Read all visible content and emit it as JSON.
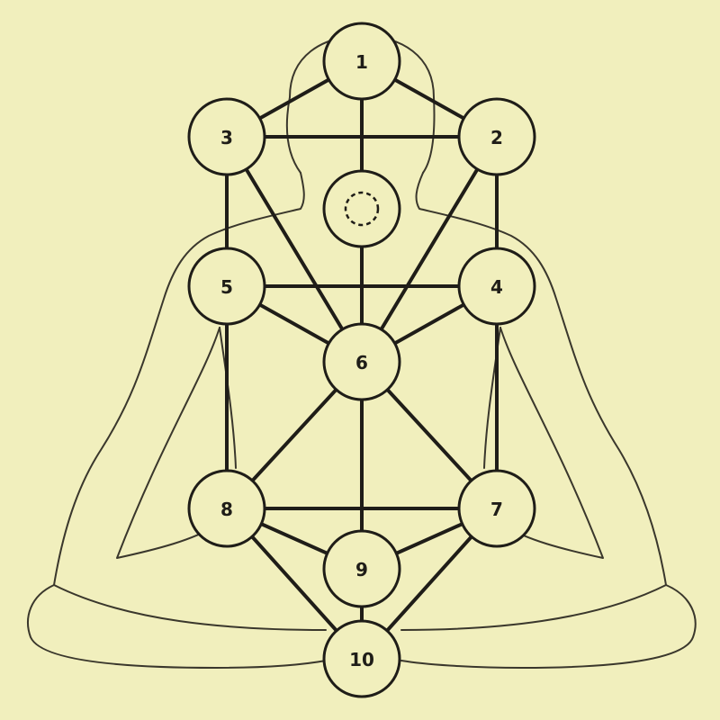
{
  "colors": {
    "background": "#f1efbd",
    "ink": "#1f1d18",
    "outline": "#3a372c"
  },
  "nodes": [
    {
      "id": "1",
      "label": "1"
    },
    {
      "id": "2",
      "label": "2"
    },
    {
      "id": "3",
      "label": "3"
    },
    {
      "id": "hidden",
      "label": ""
    },
    {
      "id": "4",
      "label": "4"
    },
    {
      "id": "5",
      "label": "5"
    },
    {
      "id": "6",
      "label": "6"
    },
    {
      "id": "7",
      "label": "7"
    },
    {
      "id": "8",
      "label": "8"
    },
    {
      "id": "9",
      "label": "9"
    },
    {
      "id": "10",
      "label": "10"
    }
  ],
  "connections": [
    [
      "1",
      "2"
    ],
    [
      "1",
      "3"
    ],
    [
      "1",
      "hidden"
    ],
    [
      "2",
      "3"
    ],
    [
      "2",
      "4"
    ],
    [
      "2",
      "6"
    ],
    [
      "3",
      "5"
    ],
    [
      "3",
      "6"
    ],
    [
      "hidden",
      "6"
    ],
    [
      "4",
      "5"
    ],
    [
      "4",
      "6"
    ],
    [
      "4",
      "7"
    ],
    [
      "5",
      "6"
    ],
    [
      "5",
      "8"
    ],
    [
      "6",
      "7"
    ],
    [
      "6",
      "8"
    ],
    [
      "6",
      "9"
    ],
    [
      "7",
      "8"
    ],
    [
      "7",
      "9"
    ],
    [
      "7",
      "10"
    ],
    [
      "8",
      "9"
    ],
    [
      "8",
      "10"
    ],
    [
      "9",
      "10"
    ]
  ]
}
